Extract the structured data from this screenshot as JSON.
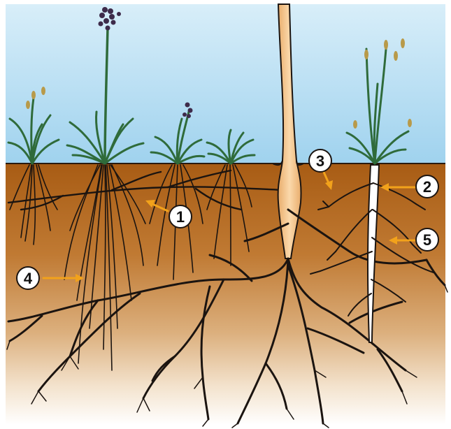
{
  "colors": {
    "sky_top": "#cfe8f7",
    "sky_bottom": "#a9d6f0",
    "soil_top": "#b0641a",
    "soil_mid": "#d49a55",
    "soil_bottom": "#ffffff",
    "root": "#1b1410",
    "tap_root_fill": "#f3c78c",
    "grass": "#2f6b3a",
    "arrow": "#f2a21b"
  },
  "markers": [
    {
      "id": "1",
      "label": "1"
    },
    {
      "id": "2",
      "label": "2"
    },
    {
      "id": "3",
      "label": "3"
    },
    {
      "id": "4",
      "label": "4"
    },
    {
      "id": "5",
      "label": "5"
    }
  ]
}
